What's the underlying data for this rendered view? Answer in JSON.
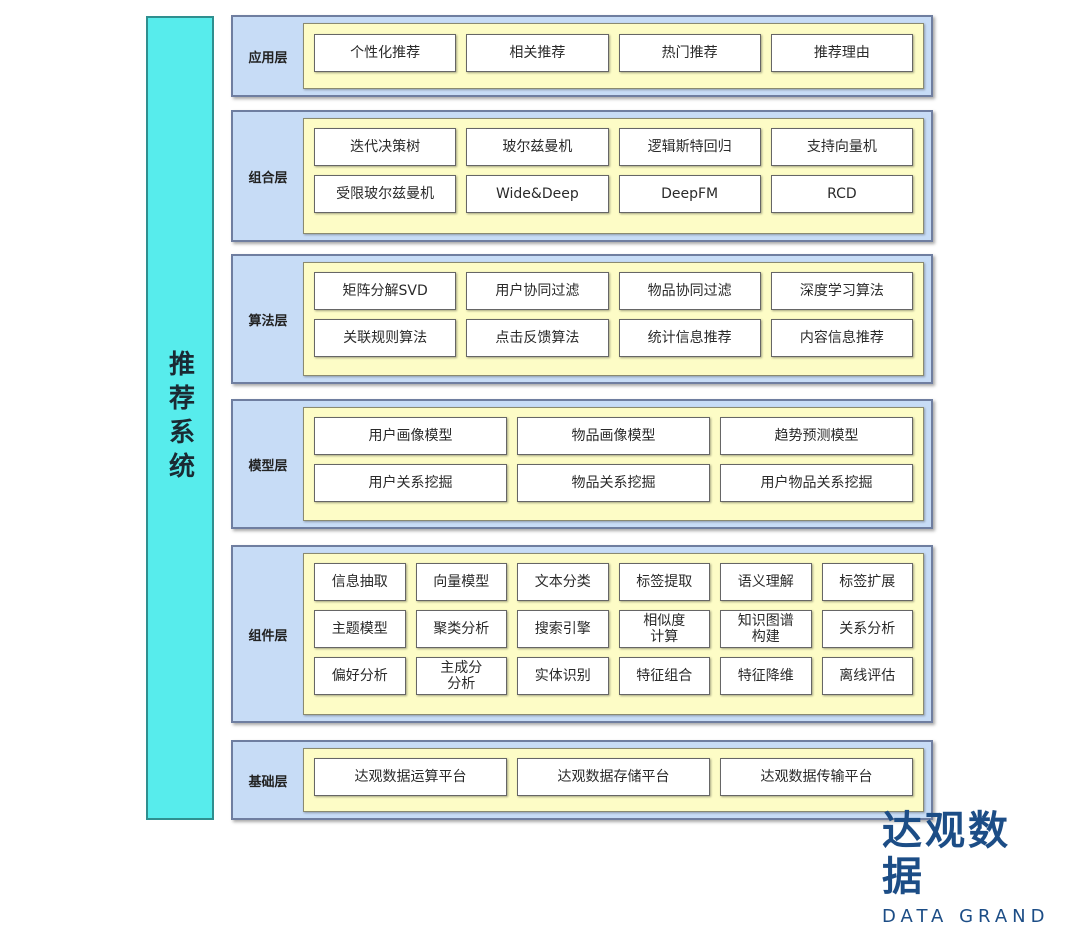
{
  "side_title": "推荐系统",
  "layers": [
    {
      "name": "application",
      "label": "应用层",
      "cells": [
        "个性化推荐",
        "相关推荐",
        "热门推荐",
        "推荐理由"
      ]
    },
    {
      "name": "combination",
      "label": "组合层",
      "cells": [
        "迭代决策树",
        "玻尔兹曼机",
        "逻辑斯特回归",
        "支持向量机",
        "受限玻尔兹曼机",
        "Wide&Deep",
        "DeepFM",
        "RCD"
      ]
    },
    {
      "name": "algorithm",
      "label": "算法层",
      "cells": [
        "矩阵分解SVD",
        "用户协同过滤",
        "物品协同过滤",
        "深度学习算法",
        "关联规则算法",
        "点击反馈算法",
        "统计信息推荐",
        "内容信息推荐"
      ]
    },
    {
      "name": "model",
      "label": "模型层",
      "cells": [
        "用户画像模型",
        "物品画像模型",
        "趋势预测模型",
        "用户关系挖掘",
        "物品关系挖掘",
        "用户物品关系挖掘"
      ]
    },
    {
      "name": "component",
      "label": "组件层",
      "cells": [
        "信息抽取",
        "向量模型",
        "文本分类",
        "标签提取",
        "语义理解",
        "标签扩展",
        "主题模型",
        "聚类分析",
        "搜索引擎",
        "相似度\n计算",
        "知识图谱\n构建",
        "关系分析",
        "偏好分析",
        "主成分\n分析",
        "实体识别",
        "特征组合",
        "特征降维",
        "离线评估"
      ]
    },
    {
      "name": "base",
      "label": "基础层",
      "cells": [
        "达观数据运算平台",
        "达观数据存储平台",
        "达观数据传输平台"
      ]
    }
  ],
  "logo": {
    "cn": "达观数据",
    "en": "DATA GRAND"
  }
}
